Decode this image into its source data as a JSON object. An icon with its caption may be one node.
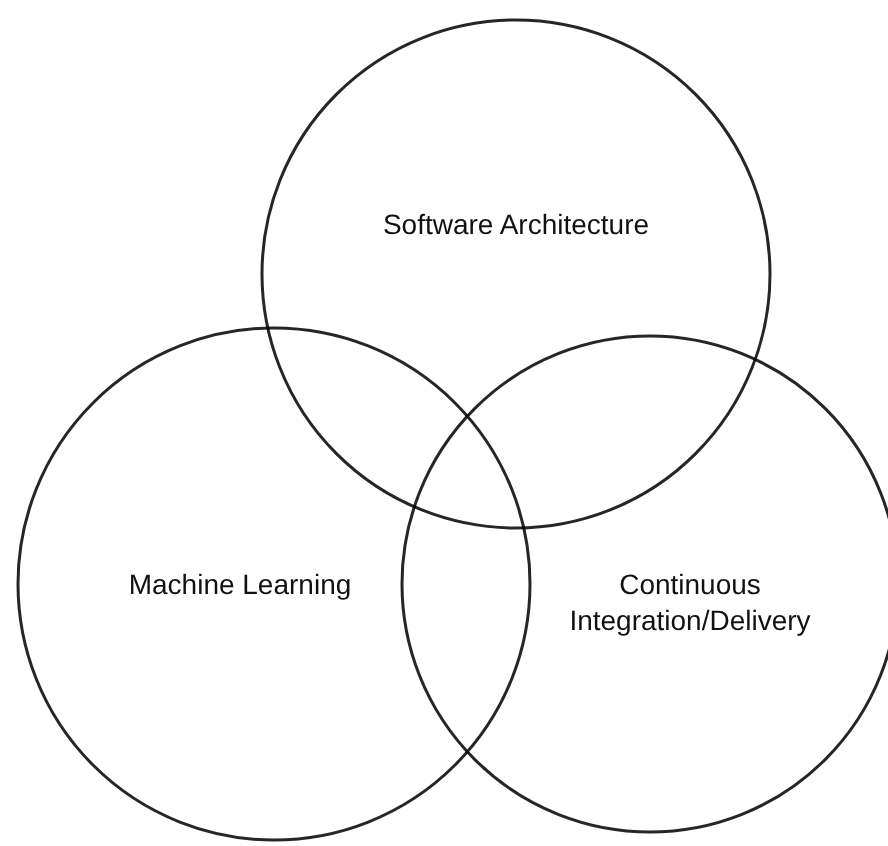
{
  "diagram": {
    "nodes": [
      {
        "text": [
          "Software Architecture"
        ]
      },
      {
        "text": [
          "Machine Learning"
        ]
      },
      {
        "text": [
          "Continuous Integration/Delivery"
        ]
      }
    ]
  }
}
